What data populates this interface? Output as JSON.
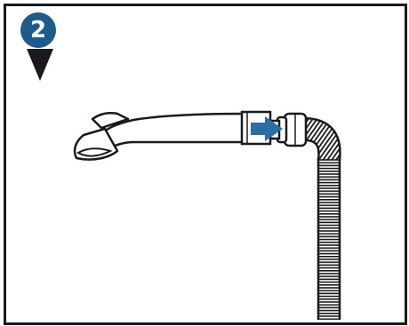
{
  "step": {
    "number": "2"
  },
  "colors": {
    "badge": "#1d5b8e",
    "arrow": "#2b6ea6",
    "outline": "#1a1a1a",
    "frame": "#1a1a1a"
  },
  "icons": {
    "step_pointer": "triangle-down",
    "direction_arrow": "arrow-right"
  }
}
